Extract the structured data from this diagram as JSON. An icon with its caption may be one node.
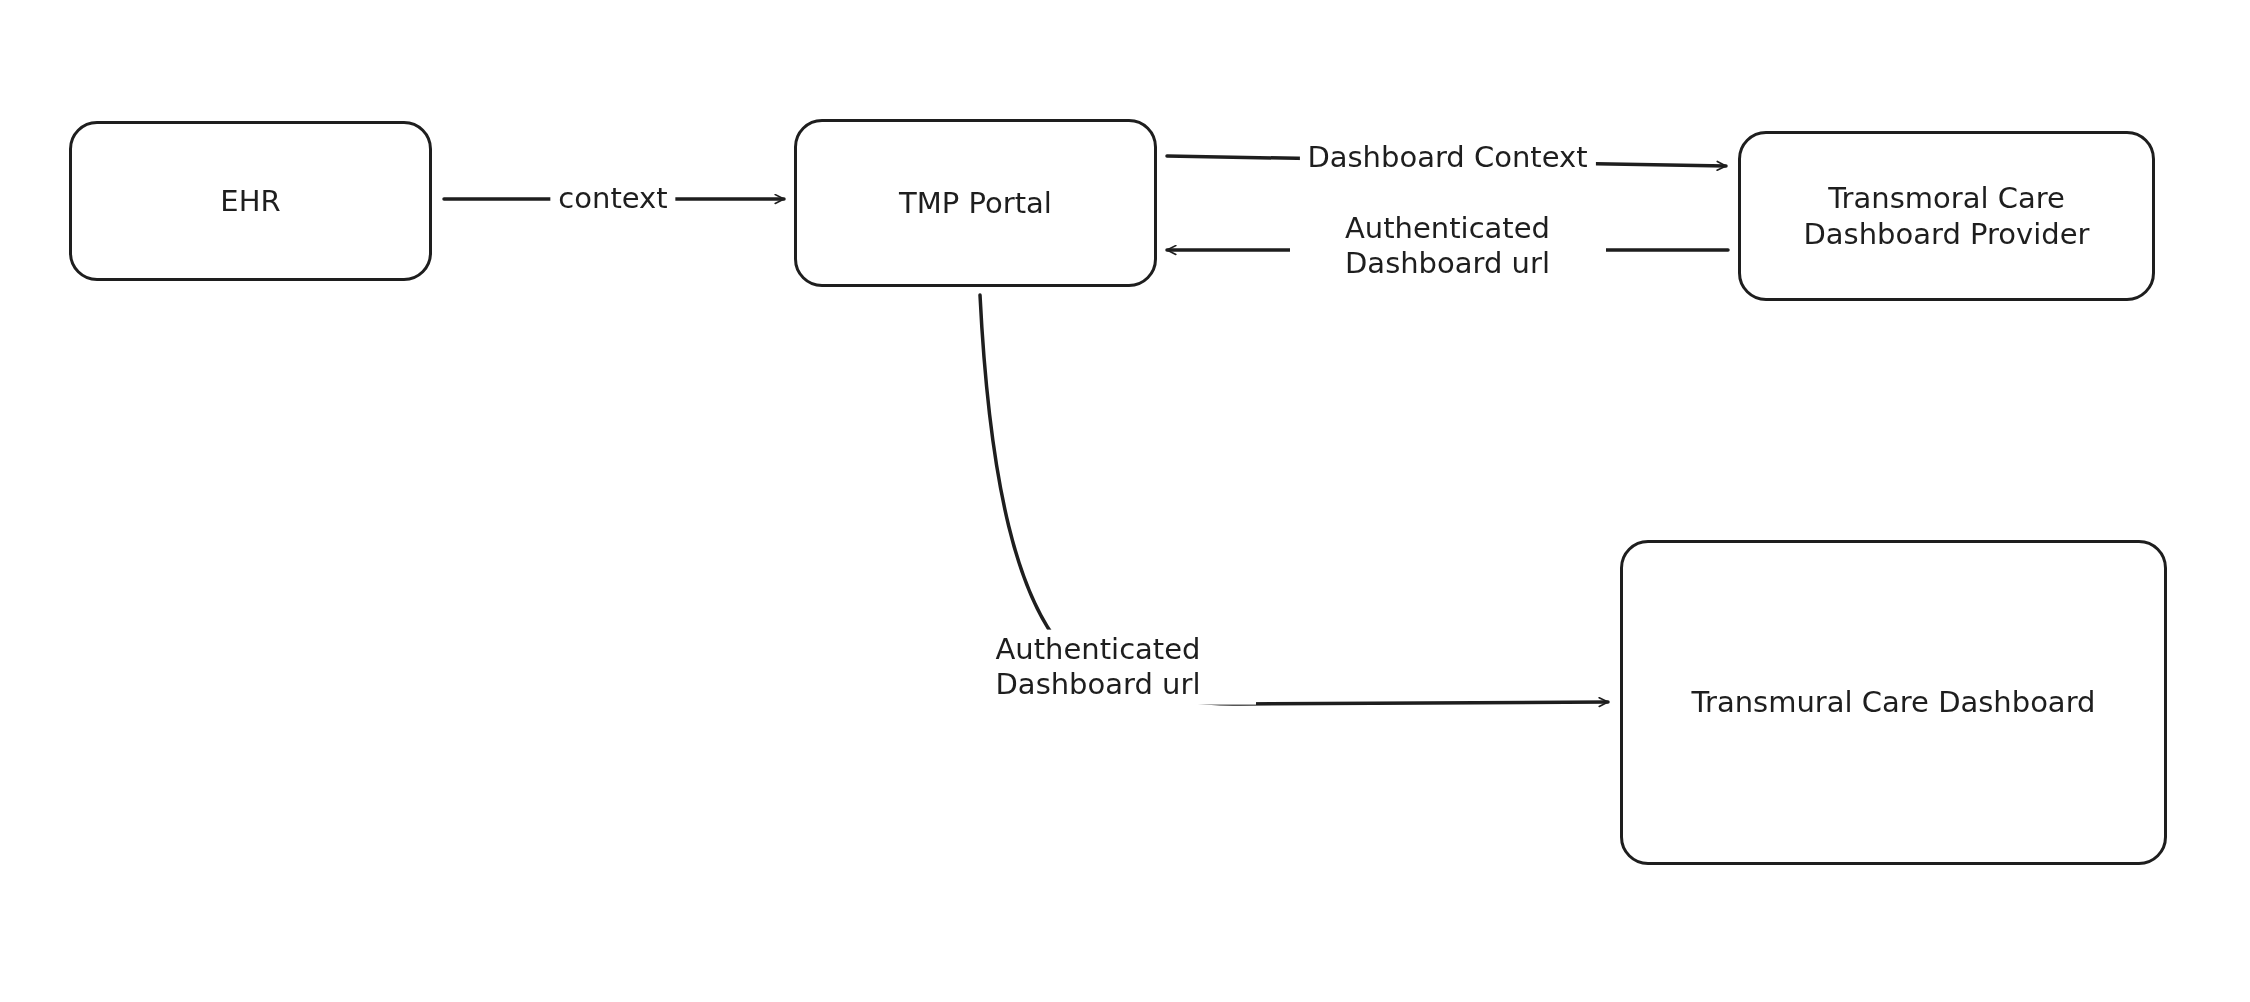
{
  "diagram": {
    "nodes": [
      {
        "text": [
          "EHR"
        ]
      },
      {
        "text": [
          "TMP Portal"
        ]
      },
      {
        "text": [
          "Transmoral Care Dashboard Provider"
        ]
      },
      {
        "text": [
          "Transmural Care Dashboard"
        ]
      }
    ],
    "edges": [
      {
        "from": 0,
        "to": 1,
        "arrow": "to",
        "label": "context"
      },
      {
        "from": 1,
        "to": 2,
        "arrow": "to",
        "label": "Dashboard Context"
      },
      {
        "from": 2,
        "to": 1,
        "arrow": "to",
        "label": "Authenticated Dashboard url"
      },
      {
        "from": 1,
        "to": 3,
        "arrow": "to",
        "label": "Authenticated Dashboard url"
      }
    ]
  }
}
